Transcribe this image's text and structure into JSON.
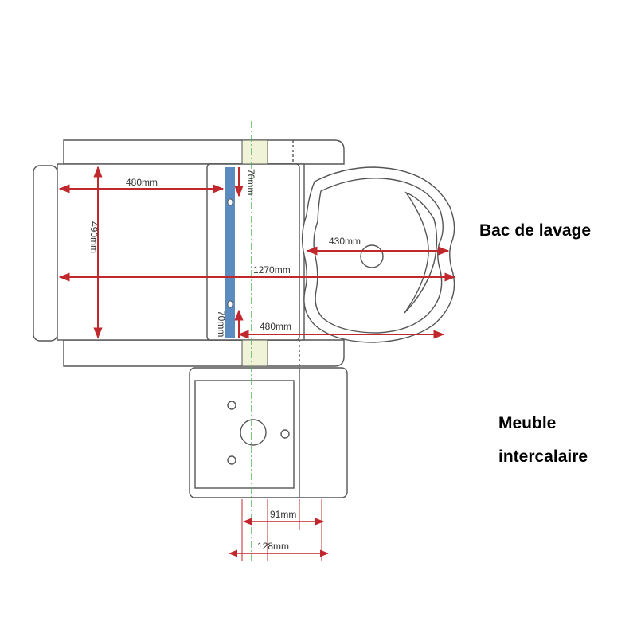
{
  "labels": {
    "bac_de_lavage": "Bac de lavage",
    "meuble_line1": "Meuble",
    "meuble_line2": "intercalaire"
  },
  "dimensions": {
    "seat_width": "480mm",
    "seat_depth": "490mm",
    "gap_top": "70mm",
    "gap_bottom": "70mm",
    "basin_width": "430mm",
    "total_length": "1270mm",
    "basin_depth": "480mm",
    "offset_small": "91mm",
    "offset_large": "128mm"
  },
  "colors": {
    "outline": "#555555",
    "dimension": "#c0282d",
    "centerline": "#4caf50",
    "seat_strip": "#5b8bbf",
    "highlight_block": "#f1f3d8"
  }
}
